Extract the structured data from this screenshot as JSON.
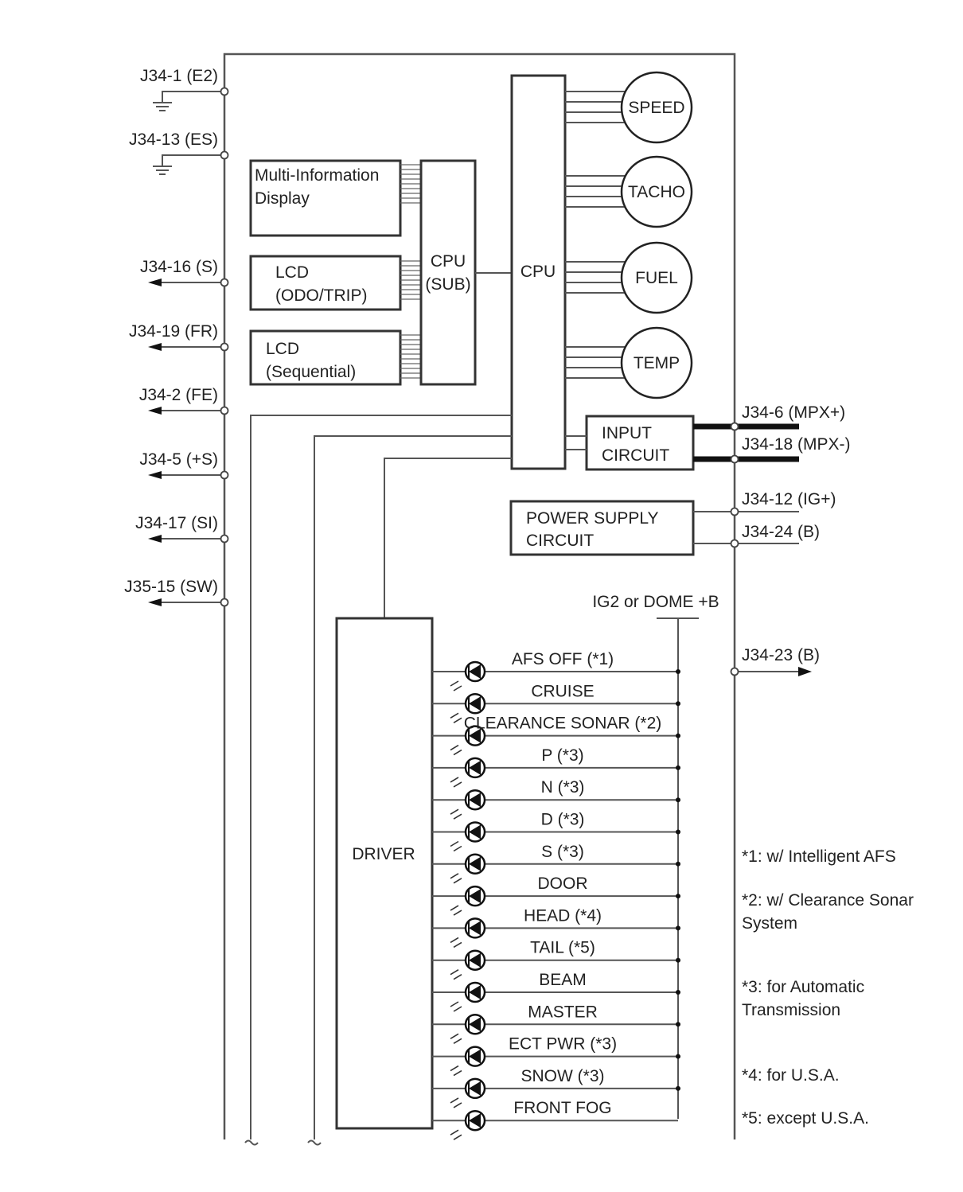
{
  "left_terminals": [
    {
      "label": "J34-1 (E2)",
      "type": "ground"
    },
    {
      "label": "J34-13 (ES)",
      "type": "ground"
    },
    {
      "label": "J34-16 (S)",
      "type": "output"
    },
    {
      "label": "J34-19 (FR)",
      "type": "output"
    },
    {
      "label": "J34-2 (FE)",
      "type": "output"
    },
    {
      "label": "J34-5 (+S)",
      "type": "output"
    },
    {
      "label": "J34-17 (SI)",
      "type": "output"
    },
    {
      "label": "J35-15 (SW)",
      "type": "output"
    }
  ],
  "displays": {
    "mid": {
      "line1": "Multi-Information",
      "line2": "Display"
    },
    "lcd_odo": {
      "line1": "LCD",
      "line2": "(ODO/TRIP)"
    },
    "lcd_seq": {
      "line1": "LCD",
      "line2": "(Sequential)"
    }
  },
  "cpu_sub": {
    "line1": "CPU",
    "line2": "(SUB)"
  },
  "cpu": {
    "label": "CPU"
  },
  "gauges": [
    "SPEED",
    "TACHO",
    "FUEL",
    "TEMP"
  ],
  "input_circuit": {
    "line1": "INPUT",
    "line2": "CIRCUIT"
  },
  "power_supply": {
    "line1": "POWER SUPPLY",
    "line2": "CIRCUIT"
  },
  "right_terminals": [
    {
      "label": "J34-6 (MPX+)"
    },
    {
      "label": "J34-18 (MPX-)"
    },
    {
      "label": "J34-12 (IG+)"
    },
    {
      "label": "J34-24 (B)"
    },
    {
      "label": "J34-23 (B)"
    }
  ],
  "supply_label": "IG2 or DOME +B",
  "driver": {
    "label": "DRIVER"
  },
  "indicators": [
    "AFS OFF (*1)",
    "CRUISE",
    "CLEARANCE SONAR (*2)",
    "P (*3)",
    "N (*3)",
    "D (*3)",
    "S (*3)",
    "DOOR",
    "HEAD (*4)",
    "TAIL (*5)",
    "BEAM",
    "MASTER",
    "ECT PWR (*3)",
    "SNOW (*3)",
    "FRONT FOG"
  ],
  "notes": [
    {
      "line1": "*1: w/ Intelligent AFS"
    },
    {
      "line1": "*2: w/ Clearance Sonar",
      "line2": "System"
    },
    {
      "line1": "*3: for Automatic",
      "line2": "Transmission"
    },
    {
      "line1": "*4: for U.S.A."
    },
    {
      "line1": "*5: except U.S.A."
    }
  ]
}
